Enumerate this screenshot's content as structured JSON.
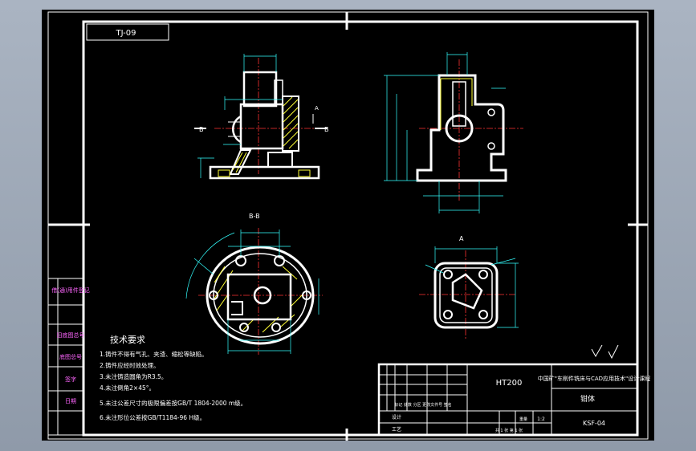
{
  "drawing": {
    "drawing_number_top": "TJ-09",
    "section_label": "B-B",
    "view_label": "A",
    "cut_label_b": "B",
    "cut_label_a": "A",
    "tech_requirements": {
      "title": "技术要求",
      "items": [
        "1.铸件不得有气孔、夹渣、缩松等缺陷。",
        "2.铸件应经时效处理。",
        "3.未注铸造圆角为R3.5。",
        "4.未注倒角2×45°。",
        "5.未注公差尺寸的极限偏差按GB/T 1804-2000 m级。",
        "6.未注形位公差按GB/T1184-96 H级。"
      ]
    },
    "left_stamps": [
      "借(通)用件登记",
      "",
      "旧底图总号",
      "底图总号",
      "签字",
      "日期"
    ],
    "title_block": {
      "material": "HT200",
      "title": "中国矿\"车削件铣床与CAD应用技术\"设计课程",
      "part_name": "钳体",
      "drawing_no": "KSF-04",
      "scale": "1:2",
      "mark_row": "标记 处数 分区 更改文件号 签名",
      "design_row": "设计",
      "process_row": "工艺",
      "weight_label": "重量",
      "sheet_label": "共 1 张 第 1 张"
    }
  },
  "colors": {
    "background": "#000000",
    "frame": "#ffffff",
    "outline": "#ffffff",
    "hatch": "#ffff33",
    "dimension": "#33ffff",
    "centerline": "#ff3333",
    "stamps_text": "#ff66ff"
  }
}
